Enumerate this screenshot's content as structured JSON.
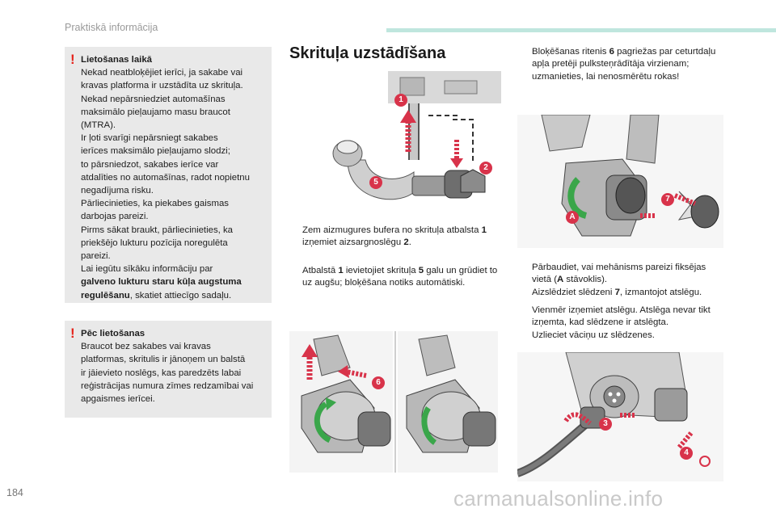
{
  "header": {
    "title": "Praktiskā informācija"
  },
  "warning_usage": {
    "heading": "Lietošanas laikā",
    "lines": [
      "Nekad neatbloķējiet ierīci, ja sakabe vai",
      "kravas platforma ir uzstādīta uz skrituļa.",
      "Nekad nepārsniedziet automašīnas",
      "maksimālo pieļaujamo masu braucot",
      "(MTRA).",
      "Ir ļoti svarīgi nepārsniegt sakabes",
      "ierīces maksimālo pieļaujamo slodzi;",
      "to pārsniedzot, sakabes ierīce var",
      "atdalīties no automašīnas, radot nopietnu",
      "negadījuma risku.",
      "Pārliecinieties, ka piekabes gaismas",
      "darbojas pareizi.",
      "Pirms sākat braukt, pārliecinieties, ka",
      "priekšējo lukturu pozīcija noregulēta",
      "pareizi.",
      "Lai iegūtu sīkāku informāciju par"
    ],
    "bold_line_1": "galveno lukturu staru kūļa augstuma",
    "bold_line_2": "regulēšanu",
    "tail": ", skatiet attiecīgo sadaļu."
  },
  "warning_after": {
    "heading": "Pēc lietošanas",
    "lines": [
      "Braucot bez sakabes vai kravas",
      "platformas, skritulis ir jānoņem un balstā",
      "ir jāievieto noslēgs, kas paredzēts labai",
      "reģistrācijas numura zīmes redzamībai vai",
      "apgaismes ierīcei."
    ]
  },
  "section": {
    "title": "Skrituļa uzstādīšana"
  },
  "bullet_symbol": "",
  "steps_mid": [
    {
      "pre": "Zem aizmugures bufera no skrituļa atbalsta ",
      "b1": "1",
      "mid": " izņemiet aizsargnoslēgu ",
      "b2": "2",
      "post": "."
    },
    {
      "pre": "Atbalstā ",
      "b1": "1",
      "mid": " ievietojiet skrituļa ",
      "b2": "5",
      "post": " galu un grūdiet to uz augšu; bloķēšana notiks automātiski."
    }
  ],
  "step_right_top": {
    "pre": "Bloķēšanas ritenis ",
    "b1": "6",
    "post": " pagriežas par ceturtdaļu apļa pretēji pulksteņrādītāja virzienam; uzmanieties, lai nenosmērētu rokas!"
  },
  "steps_right": [
    {
      "pre": "Pārbaudiet, vai mehānisms pareizi fiksējas vietā (",
      "b1": "A",
      "post": " stāvoklis)."
    },
    {
      "pre": "Aizslēdziet slēdzeni ",
      "b1": "7",
      "post": ", izmantojot atslēgu."
    },
    {
      "pre": "Vienmēr izņemiet atslēgu. Atslēga nevar tikt izņemta, kad slēdzene ir atslēgta.",
      "b1": "",
      "post": ""
    },
    {
      "pre": "Uzlieciet vāciņu uz slēdzenes.",
      "b1": "",
      "post": ""
    }
  ],
  "figure_labels": {
    "f1": [
      "1",
      "2",
      "5"
    ],
    "f2": [
      "6"
    ],
    "f3": [
      "7",
      "A"
    ],
    "f4": [
      "3",
      "4"
    ]
  },
  "footer": {
    "page": "184",
    "watermark": "carmanualsonline.info"
  },
  "colors": {
    "accent_red": "#e5231b",
    "marker_red": "#d8334a",
    "green": "#3aa64a",
    "header_bar": "#bfe6de"
  }
}
